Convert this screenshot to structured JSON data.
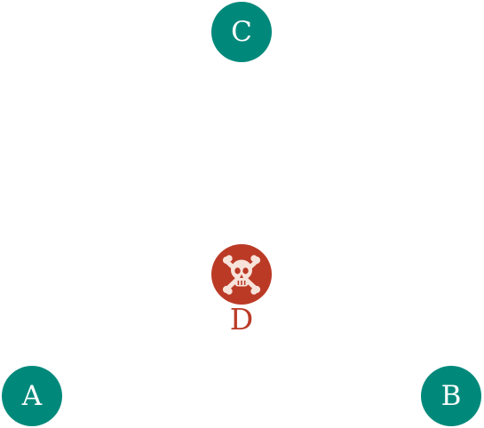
{
  "colors": {
    "safe_node": "#00897b",
    "danger_node": "#bb3a26",
    "node_text": "#ffffff",
    "skull_fill": "#f7e3da"
  },
  "nodes": {
    "a": {
      "label": "A"
    },
    "b": {
      "label": "B"
    },
    "c": {
      "label": "C"
    },
    "d": {
      "label": "D",
      "icon": "skull-crossbones-icon"
    }
  }
}
